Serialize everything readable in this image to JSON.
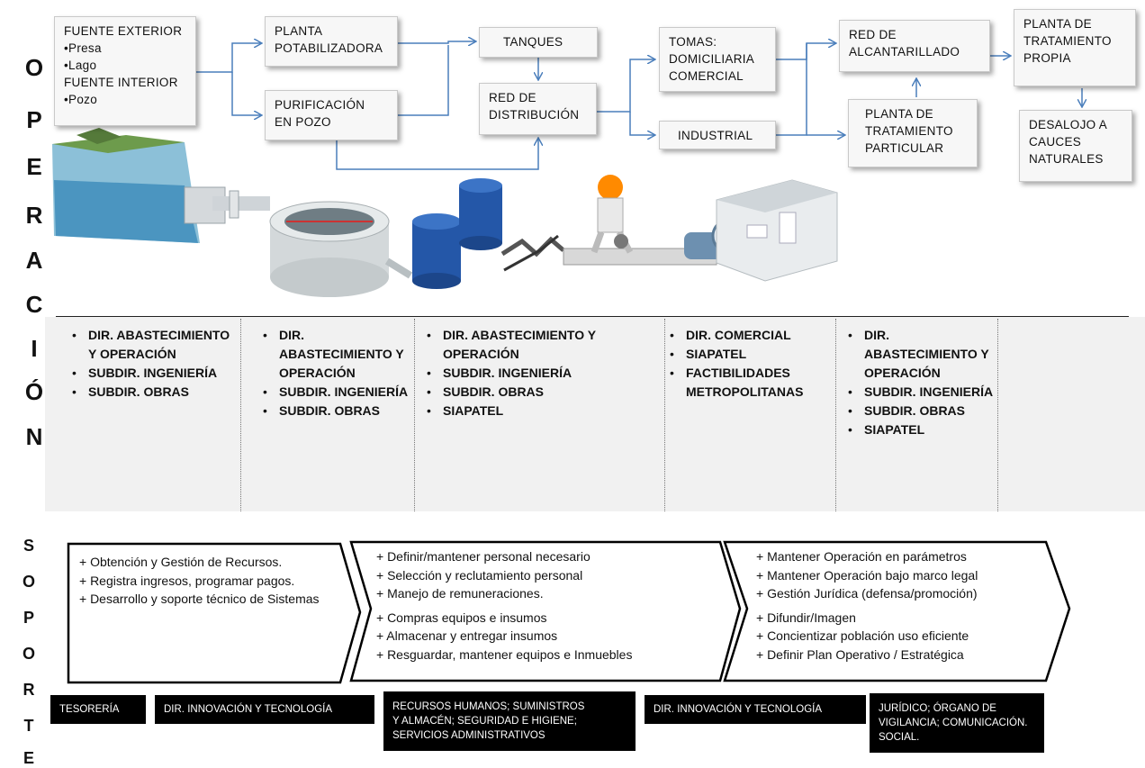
{
  "side_labels": {
    "operacion": [
      "O",
      "P",
      "E",
      "R",
      "A",
      "C",
      "I",
      "Ó",
      "N"
    ],
    "soporte": [
      "S",
      "O",
      "P",
      "O",
      "R",
      "T",
      "E"
    ]
  },
  "flow_boxes": {
    "fuente": [
      "FUENTE EXTERIOR",
      "•Presa",
      "•Lago",
      "FUENTE INTERIOR",
      "•Pozo"
    ],
    "planta_potabilizadora": [
      "PLANTA",
      "POTABILIZADORA"
    ],
    "purificacion_pozo": [
      "PURIFICACIÓN",
      "EN POZO"
    ],
    "tanques": [
      "TANQUES"
    ],
    "red_distribucion": [
      "RED DE",
      "DISTRIBUCIÓN"
    ],
    "tomas": [
      "TOMAS:",
      "DOMICILIARIA",
      "COMERCIAL"
    ],
    "industrial": [
      "INDUSTRIAL"
    ],
    "red_alcantarillado": [
      "RED DE",
      "ALCANTARILLADO"
    ],
    "planta_tratamiento_particular": [
      "PLANTA DE",
      "TRATAMIENTO",
      "PARTICULAR"
    ],
    "planta_tratamiento_propia": [
      "PLANTA DE",
      "TRATAMIENTO",
      "PROPIA"
    ],
    "desalojo": [
      "DESALOJO A",
      "CAUCES",
      "NATURALES"
    ]
  },
  "responsables": [
    [
      "DIR. ABASTECIMIENTO Y OPERACIÓN",
      "SUBDIR. INGENIERÍA",
      "SUBDIR. OBRAS"
    ],
    [
      "DIR. ABASTECIMIENTO Y OPERACIÓN",
      "SUBDIR. INGENIERÍA",
      "SUBDIR. OBRAS"
    ],
    [
      "DIR. ABASTECIMIENTO Y OPERACIÓN",
      "SUBDIR. INGENIERÍA",
      "SUBDIR. OBRAS",
      "SIAPATEL"
    ],
    [
      "DIR. COMERCIAL",
      "SIAPATEL",
      "FACTIBILIDADES METROPOLITANAS"
    ],
    [
      "DIR. ABASTECIMIENTO Y OPERACIÓN",
      "SUBDIR. INGENIERÍA",
      "SUBDIR. OBRAS",
      "SIAPATEL"
    ]
  ],
  "soporte_chevrons": [
    [
      "+ Obtención y Gestión de Recursos.",
      "+ Registra ingresos, programar pagos.",
      "+ Desarrollo y soporte técnico de Sistemas"
    ],
    [
      "+ Definir/mantener personal necesario",
      "+ Selección y reclutamiento personal",
      "+ Manejo de remuneraciones.",
      "+ Compras equipos e insumos",
      "+ Almacenar y entregar insumos",
      "+ Resguardar, mantener equipos e Inmuebles"
    ],
    [
      "+ Mantener Operación en parámetros",
      "+ Mantener Operación bajo marco legal",
      "+ Gestión Jurídica (defensa/promoción)",
      "+ Difundir/Imagen",
      "+ Concientizar población uso eficiente",
      "+ Definir Plan Operativo / Estratégica"
    ]
  ],
  "soporte_areas": {
    "tesoreria": "TESORERÍA",
    "innovacion_1": "DIR. INNOVACIÓN Y TECNOLOGÍA",
    "rrhh": [
      "RECURSOS HUMANOS; SUMINISTROS",
      "Y ALMACÉN; SEGURIDAD E HIGIENE;",
      "SERVICIOS ADMINISTRATIVOS"
    ],
    "innovacion_2": "DIR. INNOVACIÓN Y TECNOLOGÍA",
    "juridico": [
      "JURÍDICO; ÓRGANO DE",
      "VIGILANCIA; COMUNICACIÓN.",
      "SOCIAL."
    ]
  },
  "colors": {
    "arrow": "#4a7ebb",
    "box_bg": "#f7f7f7",
    "panel_bg": "#f1f1f1",
    "bar_bg": "#000000",
    "water": "#2e6fb5",
    "tank": "#1f4f9c"
  },
  "icons": [
    "water-source-illustration",
    "treatment-plant-illustration",
    "water-tanks-illustration",
    "pipe-worker-illustration",
    "water-meter-illustration",
    "bathroom-illustration"
  ]
}
